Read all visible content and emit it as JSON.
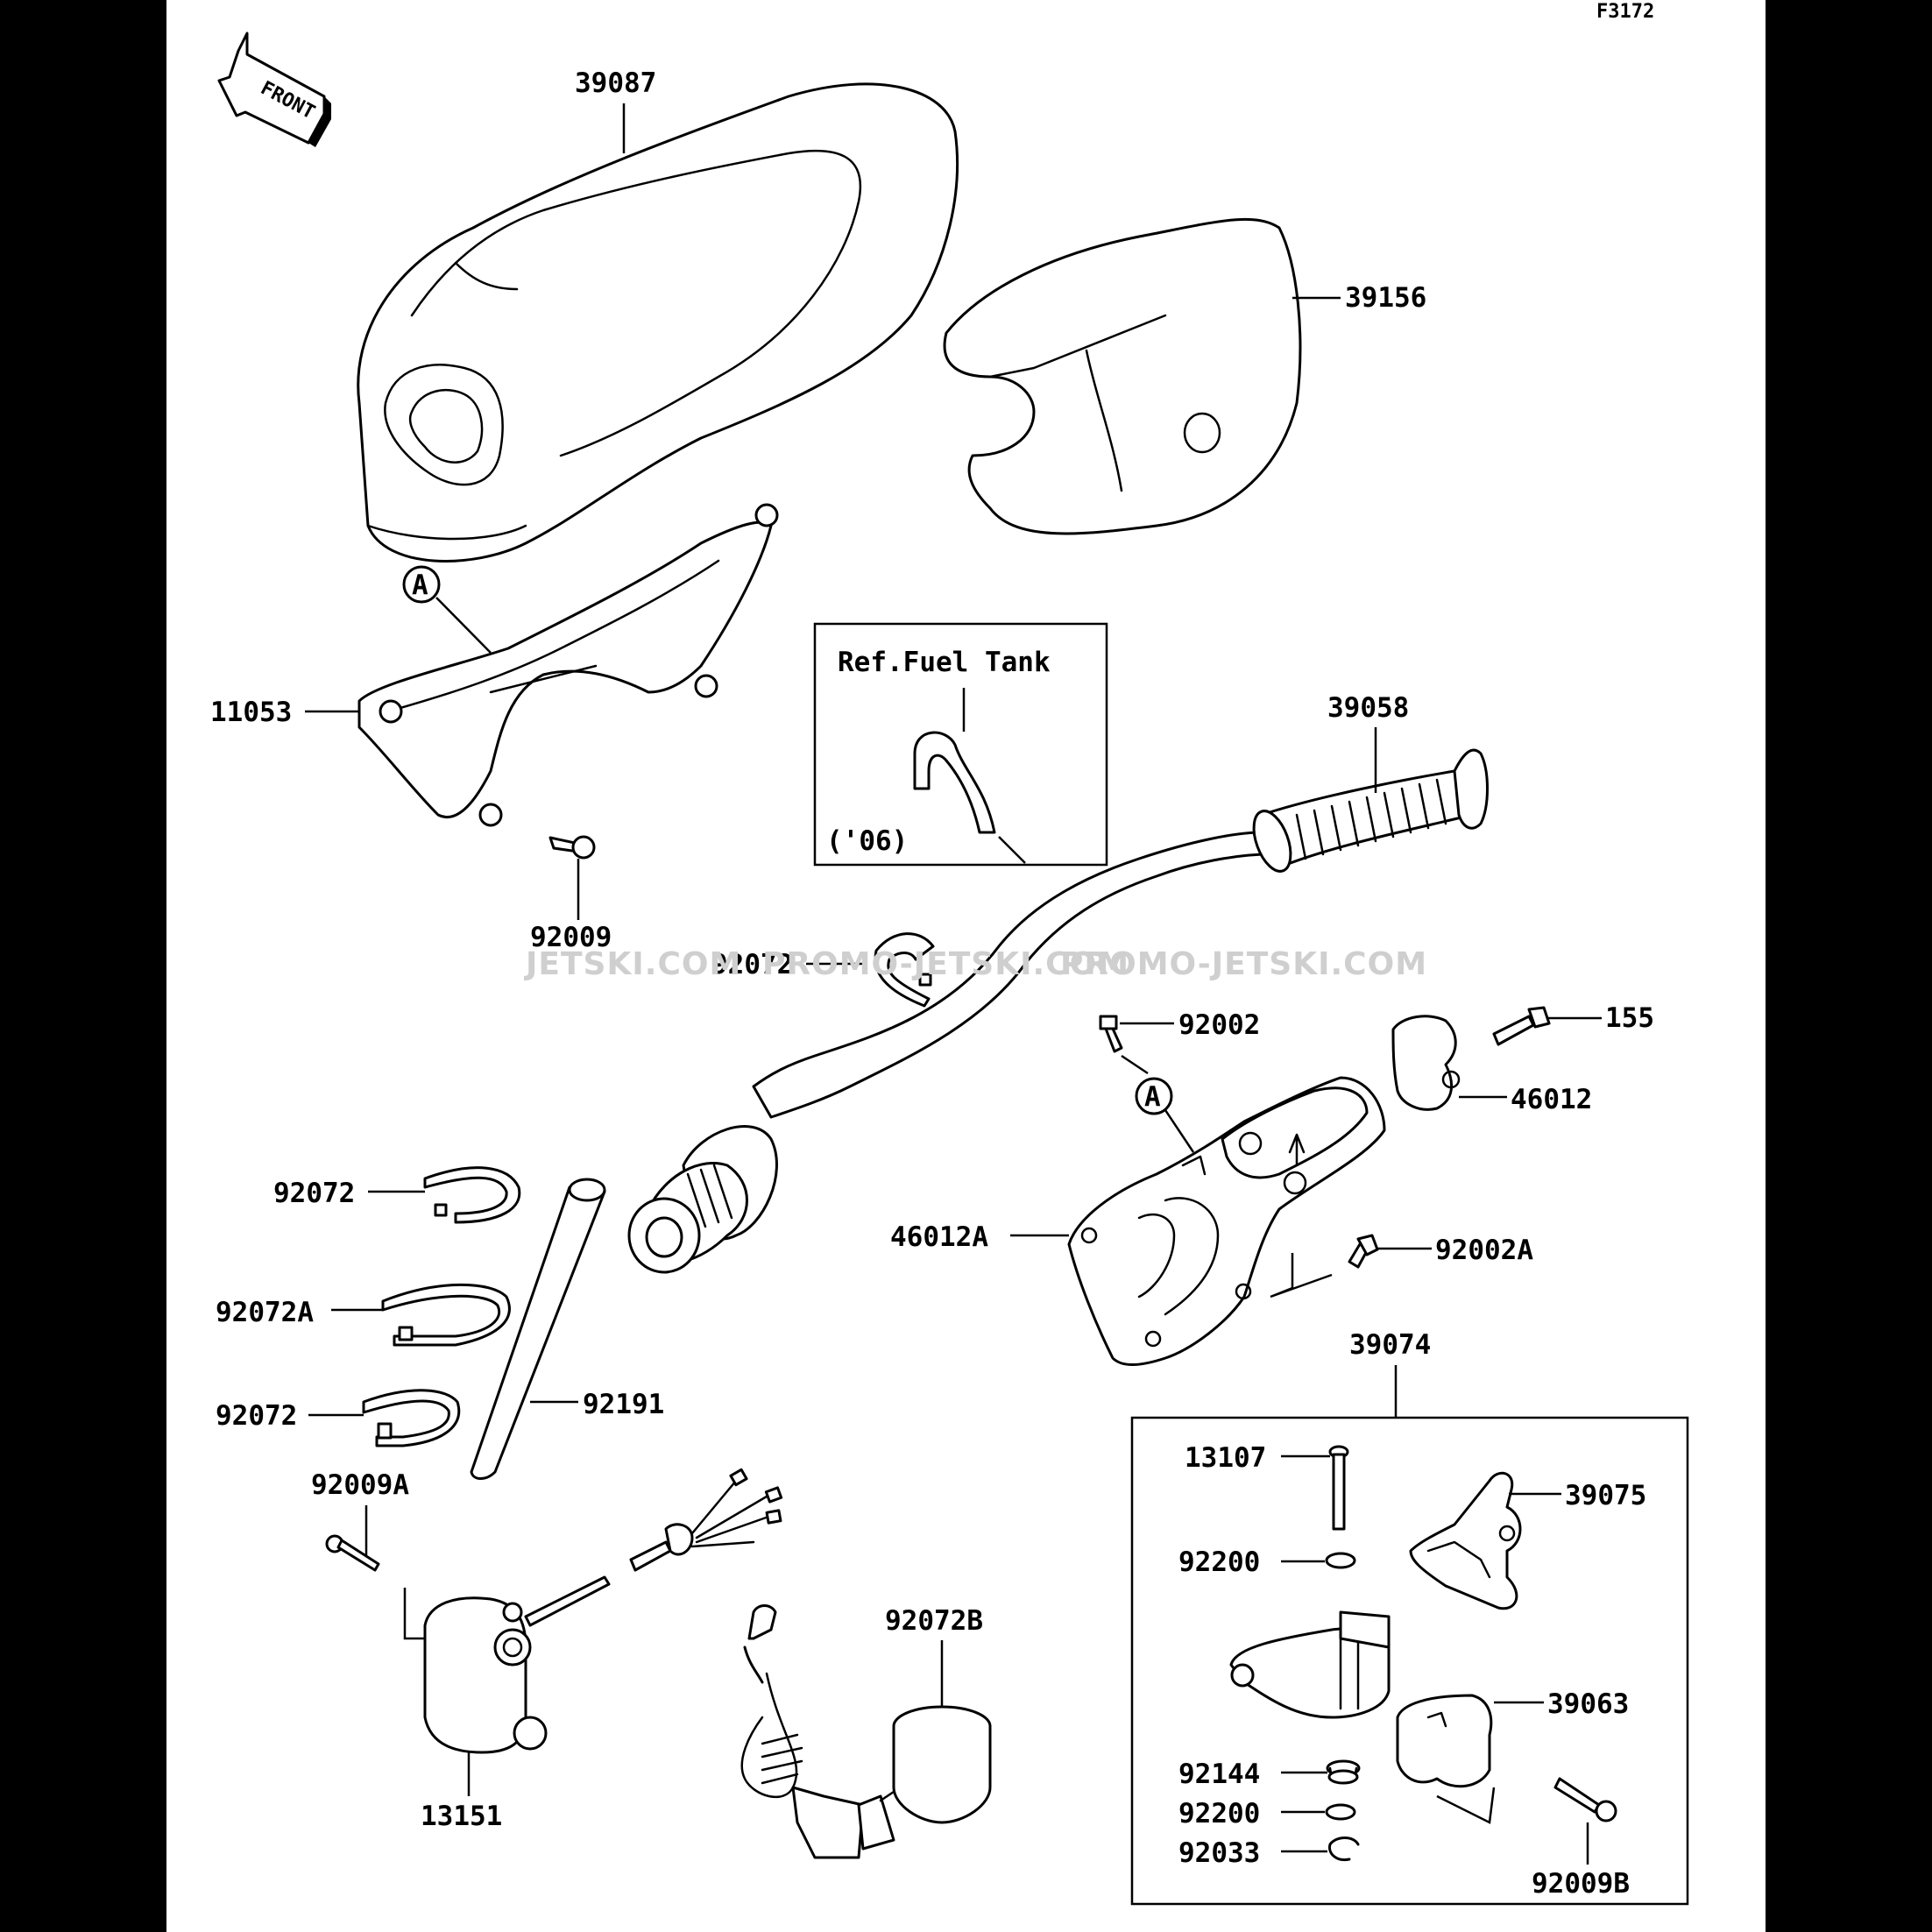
{
  "diagram_code": "F3172",
  "front_arrow": "FRONT",
  "reference_marker": "A",
  "ref_box": {
    "title": "Ref.Fuel Tank",
    "note": "('06)"
  },
  "watermarks": [
    "JETSKI.COM",
    "PROMO-JETSKI.COM",
    "PROMO-JETSKI.COM"
  ],
  "parts": {
    "seat_cover": "39087",
    "pad_cover": "39156",
    "bracket": "11053",
    "bolt_bracket": "92009",
    "band_upper": "92072",
    "handlebar": "39058",
    "bolt_top": "92002",
    "bolt_155": "155",
    "holder_upper": "46012",
    "holder_lower": "46012A",
    "bolt_lower": "92002A",
    "band_left_1": "92072",
    "band_left_2": "92072A",
    "band_left_3": "92072",
    "hose": "92191",
    "bolt_switch": "92009A",
    "switch": "13151",
    "band_b": "92072B",
    "lever_assy": "39074",
    "pin": "13107",
    "lever": "39075",
    "washer_1": "92200",
    "cover": "39063",
    "spring": "92144",
    "washer_2": "92200",
    "clip": "92033",
    "bolt_b": "92009B"
  }
}
